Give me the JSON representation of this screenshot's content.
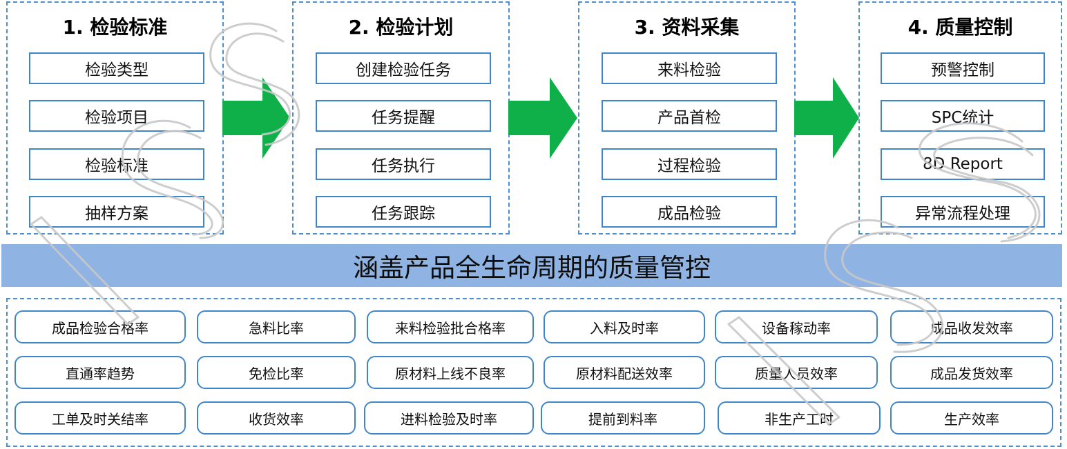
{
  "groups": [
    {
      "title": "1. 检验标准",
      "items": [
        "检验类型",
        "检验项目",
        "检验标准",
        "抽样方案"
      ]
    },
    {
      "title": "2. 检验计划",
      "items": [
        "创建检验任务",
        "任务提醒",
        "任务执行",
        "任务跟踪"
      ]
    },
    {
      "title": "3. 资料采集",
      "items": [
        "来料检验",
        "产品首检",
        "过程检验",
        "成品检验"
      ]
    },
    {
      "title": "4. 质量控制",
      "items": [
        "预警控制",
        "SPC统计",
        "8D Report",
        "异常流程处理"
      ]
    }
  ],
  "banner": "涵盖产品全生命周期的质量管控",
  "kpis": [
    [
      "成品检验合格率",
      "急料比率",
      "来料检验批合格率",
      "入料及时率",
      "设备稼动率",
      "成品收发效率"
    ],
    [
      "直通率趋势",
      "免检比率",
      "原材料上线不良率",
      "原材料配送效率",
      "质量人员效率",
      "成品发货效率"
    ],
    [
      "工单及时关结率",
      "收货效率",
      "进料检验及时率",
      "提前到料率",
      "非生产工时",
      "生产效率"
    ]
  ],
  "colors": {
    "arrow": "#0fb04a",
    "border": "#3f86c9",
    "banner_bg": "#8fb3e3",
    "watermark": "#c8c8c8"
  }
}
